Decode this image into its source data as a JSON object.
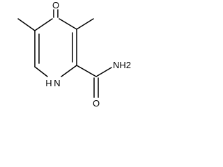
{
  "molecule": {
    "atoms": {
      "ketone_oxygen": "O",
      "amide_oxygen": "O",
      "amide_nitrogen": "NH2",
      "ring_nitrogen": "H\nN"
    }
  },
  "colors": {
    "bond": "#000000",
    "label": "#000000",
    "background": "#ffffff"
  }
}
